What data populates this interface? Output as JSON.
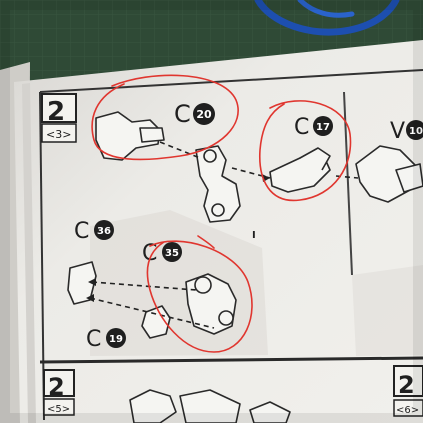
{
  "photo": {
    "mat_color": "#2f4a36",
    "paper_color": "#e9e7e3",
    "ink_color": "#1f1f1f",
    "annotation_color": "#e0362f"
  },
  "manual": {
    "step_top": {
      "number": "2",
      "sub": "<3>"
    },
    "step_bottom_left": {
      "number": "2",
      "sub": "<5>"
    },
    "step_bottom_right": {
      "number": "2",
      "sub": "<6>"
    },
    "callouts": [
      {
        "letter": "C",
        "num": "20"
      },
      {
        "letter": "C",
        "num": "17"
      },
      {
        "letter": "V",
        "num": "10"
      },
      {
        "letter": "C",
        "num": "36"
      },
      {
        "letter": "C",
        "num": "35"
      },
      {
        "letter": "C",
        "num": "19"
      }
    ],
    "margin_mark": "I"
  }
}
